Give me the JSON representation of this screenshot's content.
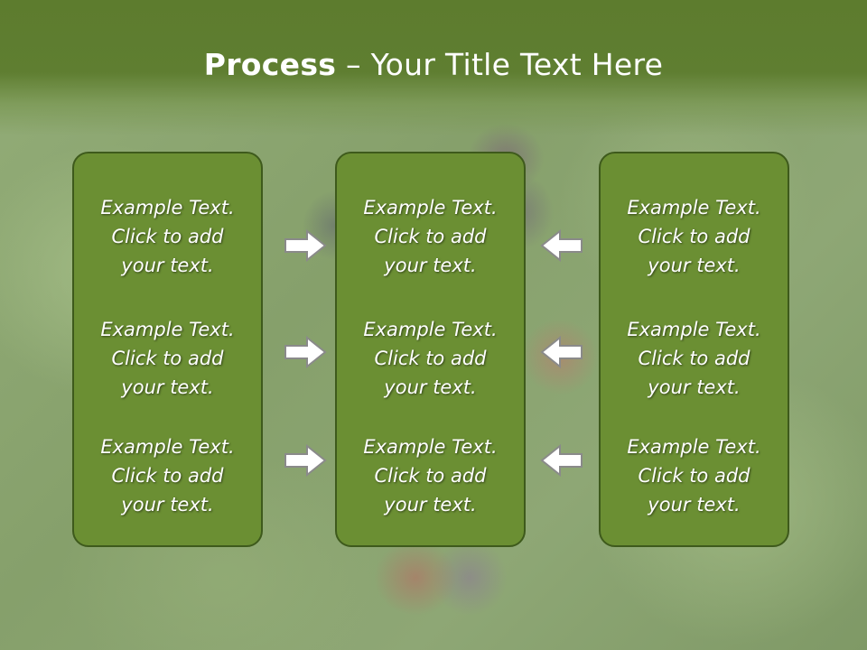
{
  "slide": {
    "title_bold": "Process",
    "title_rest": " – Your Title Text Here"
  },
  "panels": [
    {
      "items": [
        {
          "line1": "Example Text.",
          "line2": "Click  to add",
          "line3": "your text."
        },
        {
          "line1": "Example Text.",
          "line2": "Click  to add",
          "line3": "your text."
        },
        {
          "line1": "Example Text.",
          "line2": "Click  to add",
          "line3": "your text."
        }
      ]
    },
    {
      "items": [
        {
          "line1": "Example Text.",
          "line2": "Click  to add",
          "line3": "your text."
        },
        {
          "line1": "Example Text.",
          "line2": "Click  to add",
          "line3": "your text."
        },
        {
          "line1": "Example Text.",
          "line2": "Click  to add",
          "line3": "your text."
        }
      ]
    },
    {
      "items": [
        {
          "line1": "Example Text.",
          "line2": "Click  to add",
          "line3": "your text."
        },
        {
          "line1": "Example Text.",
          "line2": "Click  to add",
          "line3": "your text."
        },
        {
          "line1": "Example Text.",
          "line2": "Click  to add",
          "line3": "your text."
        }
      ]
    }
  ],
  "arrows": {
    "left_group_direction": "right",
    "right_group_direction": "left",
    "icon": "outline-block-arrow-icon"
  },
  "colors": {
    "title_bar": "#5d7c2e",
    "panel_fill": "#6b8f33",
    "panel_border": "#3e5a1c",
    "arrow_fill": "#ffffff",
    "arrow_stroke": "#8a8a8a"
  }
}
